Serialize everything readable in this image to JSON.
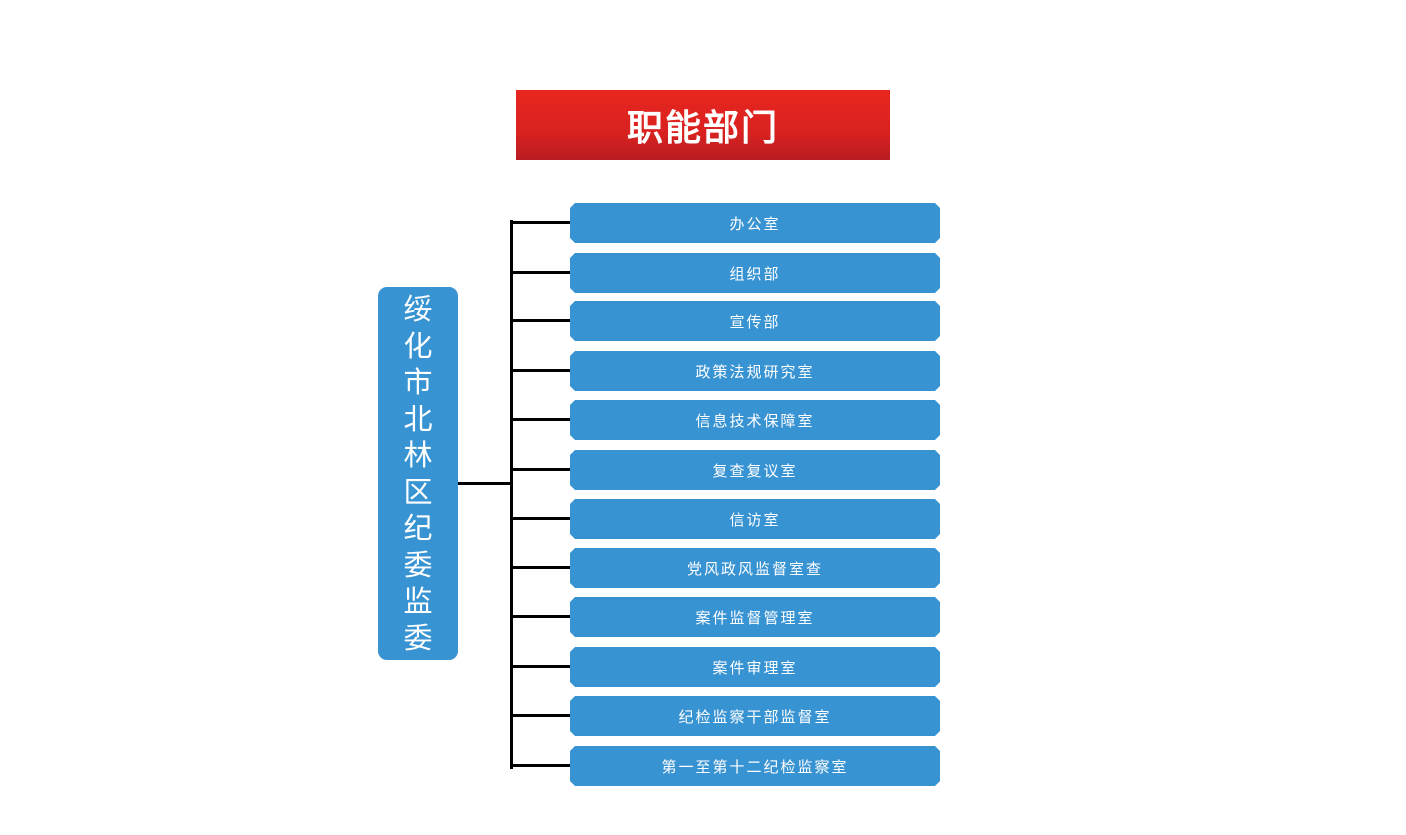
{
  "title": "职能部门",
  "root": {
    "label": "绥化市北林区纪委监委"
  },
  "departments": [
    "办公室",
    "组织部",
    "宣传部",
    "政策法规研究室",
    "信息技术保障室",
    "复查复议室",
    "信访室",
    "党风政风监督室查",
    "案件监督管理室",
    "案件审理室",
    "纪检监察干部监督室",
    "第一至第十二纪检监察室"
  ],
  "colors": {
    "title_bg": "#d92220",
    "box_bg": "#3893d3",
    "line": "#000000"
  }
}
